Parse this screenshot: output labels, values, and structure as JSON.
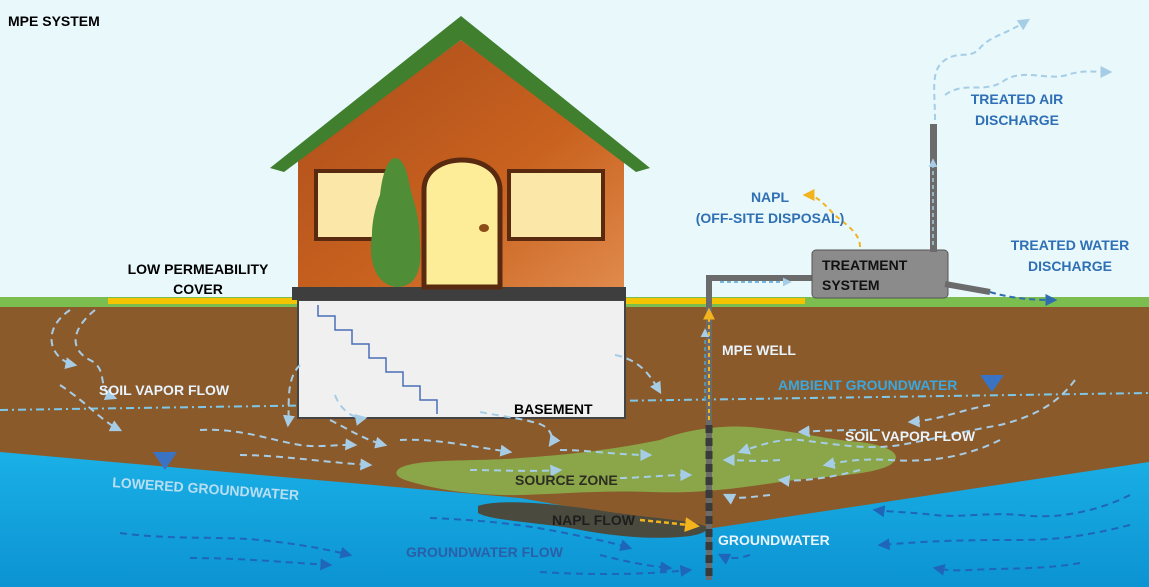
{
  "title": "MPE SYSTEM",
  "labels": {
    "low_perm_line1": "LOW PERMEABILITY",
    "low_perm_line2": "COVER",
    "soil_vapor_left": "SOIL VAPOR FLOW",
    "soil_vapor_right": "SOIL VAPOR FLOW",
    "basement": "BASEMENT",
    "mpe_well": "MPE WELL",
    "ambient_gw": "AMBIENT GROUNDWATER",
    "lowered_gw": "LOWERED GROUNDWATER",
    "source_zone": "SOURCE ZONE",
    "napl_flow": "NAPL FLOW",
    "groundwater": "GROUNDWATER",
    "groundwater_flow": "GROUNDWATER FLOW",
    "treatment_line1": "TREATMENT",
    "treatment_line2": "SYSTEM",
    "napl_line1": "NAPL",
    "napl_line2": "(OFF-SITE DISPOSAL)",
    "treated_air_line1": "TREATED AIR",
    "treated_air_line2": "DISCHARGE",
    "treated_water_line1": "TREATED WATER",
    "treated_water_line2": "DISCHARGE"
  },
  "colors": {
    "sky": "#e8f8fb",
    "soil": "#8b5a2b",
    "grass": "#7cbd4f",
    "water": "#1aa3dc",
    "roof": "#3f7f2e",
    "house": "#c25f22",
    "cover": "#f5c400",
    "contaminant": "#8aac4c",
    "napl": "#4a4a3e",
    "blue_label": "#2f6fb5",
    "arrow_light": "#a7cde6",
    "arrow_dark": "#2d6db0",
    "arrow_yellow": "#f3b31c"
  }
}
